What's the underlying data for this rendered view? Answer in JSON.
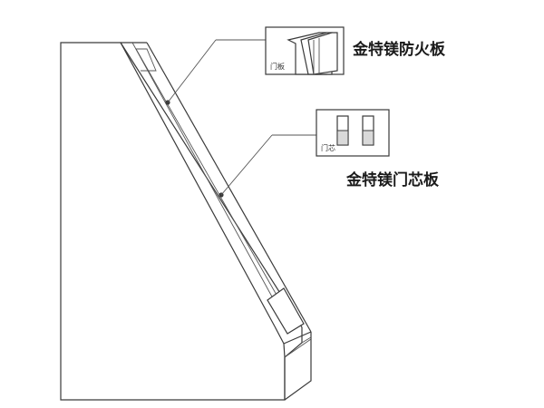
{
  "callouts": {
    "fire_board": {
      "title": "金特镁防火板",
      "inset_label": "门板"
    },
    "core_board": {
      "title": "金特镁门芯板",
      "inset_label": "门芯"
    }
  },
  "colors": {
    "stroke": "#3a3a3a",
    "background": "#ffffff",
    "text": "#1a1a1a"
  }
}
